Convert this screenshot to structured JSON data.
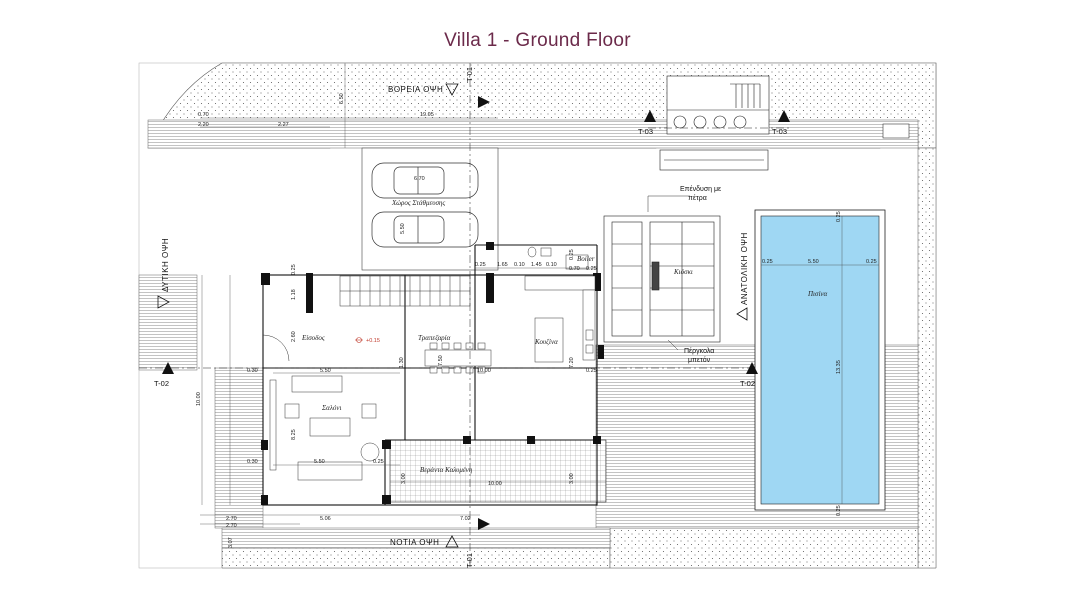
{
  "title": "Villa 1 - Ground Floor",
  "elevations": {
    "north": "ΒΟΡΕΙΑ ΟΨΗ",
    "south": "ΝΟΤΙΑ ΟΨΗ",
    "west": "ΔΥΤΙΚΗ ΟΨΗ",
    "east": "ΑΝΑΤΟΛΙΚΗ ΟΨΗ"
  },
  "section_marks": {
    "t01": "T-01",
    "t02": "T-02",
    "t03": "T-03"
  },
  "rooms": {
    "parking": "Χώρος Στάθμευσης",
    "entrance": "Είσοδος",
    "dining": "Τραπεζαρία",
    "kitchen": "Κουζίνα",
    "living": "Σαλόνι",
    "boiler": "Boiler",
    "veranda": "Βεράντα Καλυμένη",
    "kiosk": "Κιόσκι",
    "pool": "Πισίνα"
  },
  "notes": {
    "stone_cladding": [
      "Επένδυση με",
      "πέτρα"
    ],
    "concrete_pergola": [
      "Πέργκολα",
      "μπετόν"
    ],
    "floor_level": "+0.15"
  },
  "dimensions": {
    "d_north_total": "19.05",
    "d_north_a": "0.70",
    "d_north_b": "2.20",
    "d_north_c": "2.27",
    "d_north_height": "5.50",
    "d_parking_w": "6.70",
    "d_parking_h": "5.50",
    "d_top_a": "0.25",
    "d_top_b": "1.65",
    "d_top_c": "0.10",
    "d_top_d": "1.45",
    "d_top_e": "0.10",
    "d_top_f": "0.70",
    "d_top_g": "0.25",
    "d_boiler_h": "0.25",
    "d_west_a": "0.30",
    "d_west_b": "10.00",
    "d_west_c": "0.30",
    "d_west_d": "8.25",
    "d_west_e": "2.60",
    "d_west_f": "0.25",
    "d_west_g": "1.18",
    "d_mid_a": "7.50",
    "d_mid_b": "1.30",
    "d_mid_c": "7.20",
    "d_mid_d": "0.25",
    "d_living_w": "5.50",
    "d_living_w2": "5.50",
    "d_center": "10.00",
    "d_veranda": "10.00",
    "d_ver_a": "0.25",
    "d_ver_h": "3.00",
    "d_ver_h2": "3.00",
    "d_south_a": "2.70",
    "d_south_b": "2.70",
    "d_south_c": "5.06",
    "d_south_total": "7.02",
    "d_south_d": "3.07",
    "d_pool_w": "5.50",
    "d_pool_a": "0.25",
    "d_pool_b": "0.25",
    "d_pool_h": "13.35",
    "d_pool_top": "0.25",
    "d_pool_bot": "0.25"
  }
}
